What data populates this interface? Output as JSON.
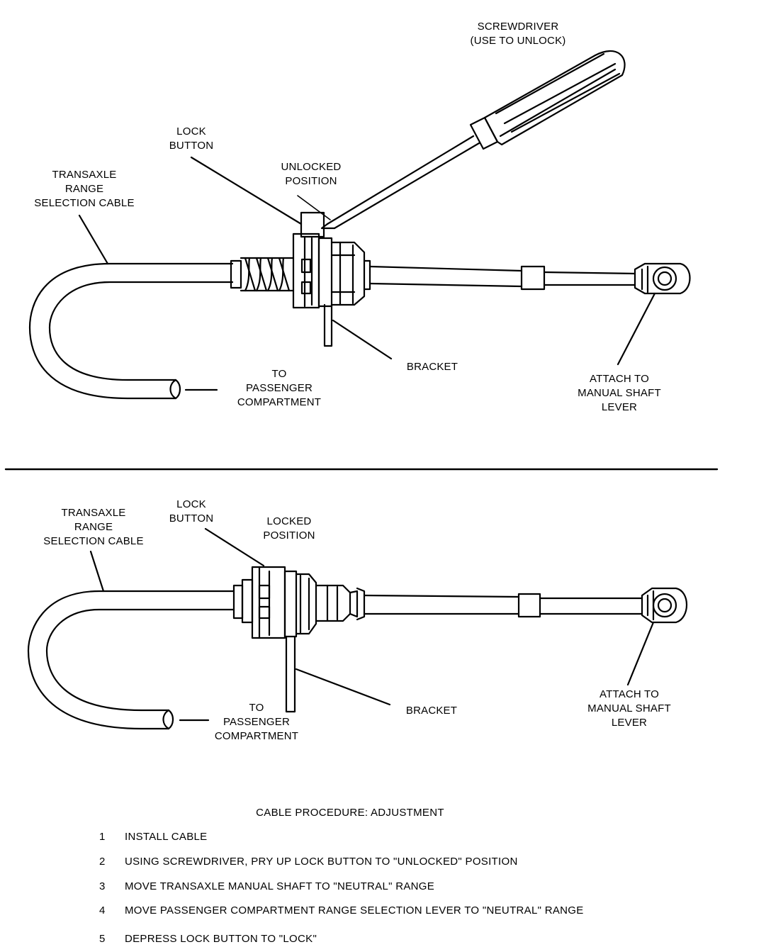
{
  "top_diagram": {
    "screwdriver_label": [
      "SCREWDRIVER",
      "(USE TO UNLOCK)"
    ],
    "lock_button_label": [
      "LOCK",
      "BUTTON"
    ],
    "position_label": [
      "UNLOCKED",
      "POSITION"
    ],
    "cable_label": [
      "TRANSAXLE",
      "RANGE",
      "SELECTION CABLE"
    ],
    "bracket_label": "BRACKET",
    "to_passenger_label": [
      "TO",
      "PASSENGER",
      "COMPARTMENT"
    ],
    "attach_label": [
      "ATTACH TO",
      "MANUAL SHAFT",
      "LEVER"
    ]
  },
  "bottom_diagram": {
    "lock_button_label": [
      "LOCK",
      "BUTTON"
    ],
    "position_label": [
      "LOCKED",
      "POSITION"
    ],
    "cable_label": [
      "TRANSAXLE",
      "RANGE",
      "SELECTION CABLE"
    ],
    "bracket_label": "BRACKET",
    "to_passenger_label": [
      "TO",
      "PASSENGER",
      "COMPARTMENT"
    ],
    "attach_label": [
      "ATTACH TO",
      "MANUAL SHAFT",
      "LEVER"
    ]
  },
  "procedure": {
    "title": "CABLE PROCEDURE: ADJUSTMENT",
    "steps": [
      {
        "number": "1",
        "text": "INSTALL CABLE"
      },
      {
        "number": "2",
        "text": "USING SCREWDRIVER, PRY UP LOCK BUTTON TO \"UNLOCKED\" POSITION"
      },
      {
        "number": "3",
        "text": "MOVE TRANSAXLE MANUAL SHAFT TO \"NEUTRAL\" RANGE"
      },
      {
        "number": "4",
        "text": "MOVE PASSENGER COMPARTMENT RANGE SELECTION LEVER TO \"NEUTRAL\" RANGE"
      },
      {
        "number": "5",
        "text": "DEPRESS LOCK BUTTON TO \"LOCK\""
      }
    ]
  },
  "colors": {
    "line": "#000000",
    "background": "#ffffff"
  }
}
